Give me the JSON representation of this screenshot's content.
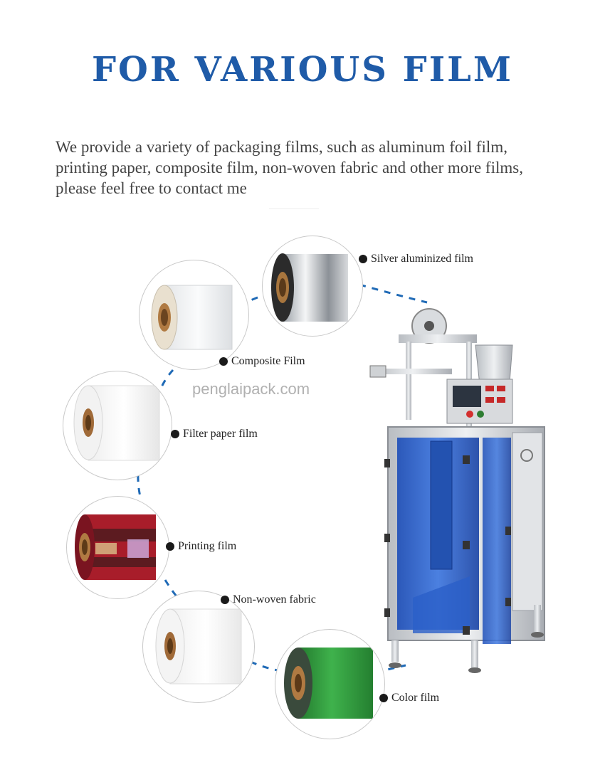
{
  "heading": "FOR VARIOUS FILM",
  "intro": "We provide a variety of packaging films, such as aluminum foil film, printing paper, composite film, non-woven fabric and other more films, please feel free to contact me",
  "watermark": "penglaipack.com",
  "films": [
    {
      "label": "Silver aluminized film",
      "icon": "silver-film-roll"
    },
    {
      "label": "Composite Film",
      "icon": "composite-film-roll"
    },
    {
      "label": "Filter paper film",
      "icon": "filter-paper-roll"
    },
    {
      "label": "Printing film",
      "icon": "printing-film-roll"
    },
    {
      "label": "Non-woven fabric",
      "icon": "non-woven-roll"
    },
    {
      "label": "Color film",
      "icon": "color-film-roll"
    }
  ],
  "colors": {
    "heading": "#1f5ba8",
    "dashes": "#1f6ab6",
    "machine_panel": "#2a5fc8",
    "green_film": "#2e9a3a",
    "print_film": "#a81d2a"
  }
}
